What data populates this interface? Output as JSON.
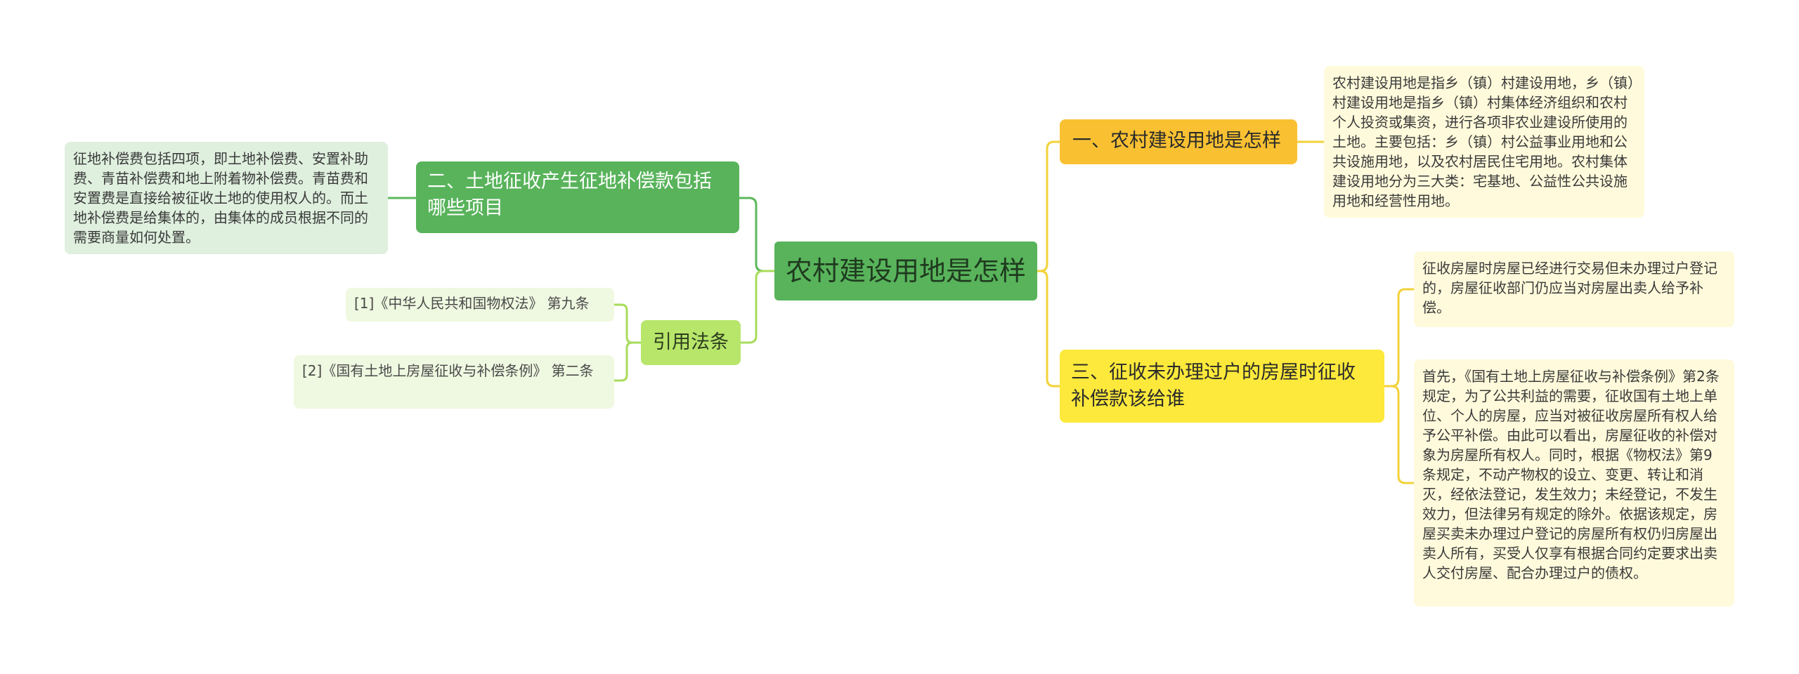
{
  "root": {
    "label": "农村建设用地是怎样"
  },
  "left": {
    "branch2": {
      "label": "二、土地征收产生征地补偿款包括哪些项目",
      "note": "征地补偿费包括四项，即土地补偿费、安置补助费、青苗补偿费和地上附着物补偿费。青苗费和安置费是直接给被征收土地的使用权人的。而土地补偿费是给集体的，由集体的成员根据不同的需要商量如何处置。"
    },
    "refs": {
      "label": "引用法条",
      "items": [
        "[1]《中华人民共和国物权法》 第九条",
        "[2]《国有土地上房屋征收与补偿条例》 第二条"
      ]
    }
  },
  "right": {
    "branch1": {
      "label": "一、农村建设用地是怎样",
      "note": "农村建设用地是指乡（镇）村建设用地，乡（镇）村建设用地是指乡（镇）村集体经济组织和农村个人投资或集资，进行各项非农业建设所使用的土地。主要包括：乡（镇）村公益事业用地和公共设施用地，以及农村居民住宅用地。农村集体建设用地分为三大类：宅基地、公益性公共设施用地和经营性用地。"
    },
    "branch3": {
      "label": "三、征收未办理过户的房屋时征收补偿款该给谁",
      "notes": [
        "征收房屋时房屋已经进行交易但未办理过户登记的，房屋征收部门仍应当对房屋出卖人给予补偿。",
        "首先，《国有土地上房屋征收与补偿条例》第2条规定，为了公共利益的需要，征收国有土地上单位、个人的房屋，应当对被征收房屋所有权人给予公平补偿。由此可以看出，房屋征收的补偿对象为房屋所有权人。同时，根据《物权法》第9条规定，不动产物权的设立、变更、转让和消灭，经依法登记，发生效力；未经登记，不发生效力，但法律另有规定的除外。依据该规定，房屋买卖未办理过户登记的房屋所有权仍归房屋出卖人所有，买受人仅享有根据合同约定要求出卖人交付房屋、配合办理过户的债权。"
      ]
    }
  },
  "colors": {
    "green": "#58b35b",
    "lime": "#b7e66a",
    "orange": "#f9c132",
    "yellow": "#fde93b",
    "line_green": "#5cb85c",
    "line_lime": "#a8dc5a",
    "line_yellow": "#f2d23a"
  }
}
